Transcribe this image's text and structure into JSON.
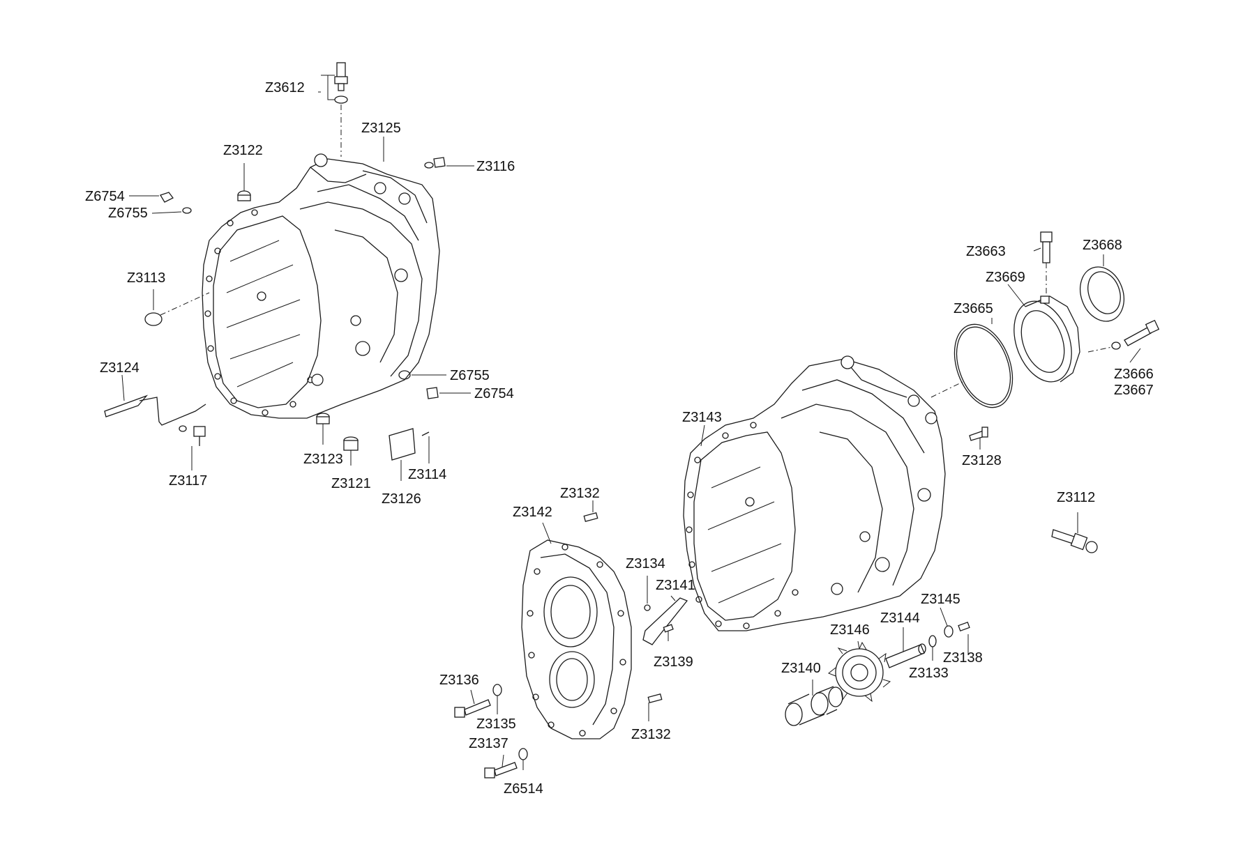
{
  "labels": {
    "z3612": "Z3612",
    "z3125": "Z3125",
    "z3122": "Z3122",
    "z3116": "Z3116",
    "z6754_top": "Z6754",
    "z6755_top": "Z6755",
    "z3113": "Z3113",
    "z3124": "Z3124",
    "z3117": "Z3117",
    "z6755_mid": "Z6755",
    "z6754_mid": "Z6754",
    "z3123": "Z3123",
    "z3121": "Z3121",
    "z3114": "Z3114",
    "z3126": "Z3126",
    "z3663": "Z3663",
    "z3668": "Z3668",
    "z3669": "Z3669",
    "z3665": "Z3665",
    "z3666": "Z3666",
    "z3667": "Z3667",
    "z3143": "Z3143",
    "z3128": "Z3128",
    "z3112": "Z3112",
    "z3132_top": "Z3132",
    "z3142": "Z3142",
    "z3134": "Z3134",
    "z3141": "Z3141",
    "z3139": "Z3139",
    "z3136": "Z3136",
    "z3135": "Z3135",
    "z3137": "Z3137",
    "z6514": "Z6514",
    "z3132_bot": "Z3132",
    "z3140": "Z3140",
    "z3146": "Z3146",
    "z3144": "Z3144",
    "z3145": "Z3145",
    "z3138": "Z3138",
    "z3133": "Z3133"
  }
}
